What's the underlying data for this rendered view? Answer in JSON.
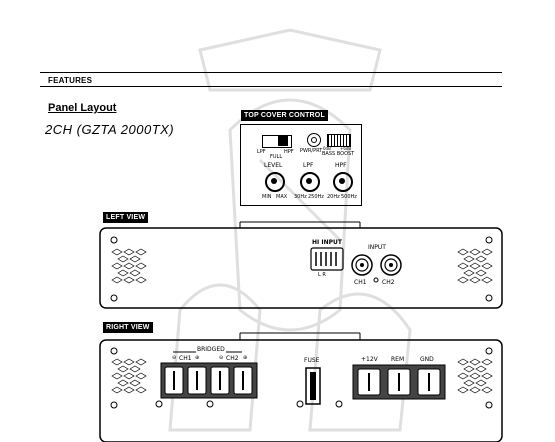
{
  "header": {
    "section": "FEATURES"
  },
  "page": {
    "title": "Panel Layout",
    "model": "2CH (GZTA 2000TX)"
  },
  "top_cover": {
    "tag": "TOP COVER CONTROL",
    "switch_labels": {
      "lpf": "LPF",
      "full": "FULL",
      "hpf": "HPF"
    },
    "pwr_prt": "PWR/PRT",
    "bass_boost": {
      "left": "0dB",
      "right": "+6dB",
      "label": "BASS BOOST"
    },
    "level": {
      "label": "LEVEL",
      "min": "MIN",
      "max": "MAX"
    },
    "lpf": {
      "label": "LPF",
      "min": "30Hz",
      "max": "250Hz"
    },
    "hpf": {
      "label": "HPF",
      "min": "20Hz",
      "max": "500Hz"
    }
  },
  "left_view": {
    "tag": "LEFT VIEW",
    "hi_input": "HI INPUT",
    "hi_input_sub": "L  R",
    "input": "INPUT",
    "ch1": "CH1",
    "ch2": "CH2"
  },
  "right_view": {
    "tag": "RIGHT VIEW",
    "bridged": "BRIDGED",
    "ch1": "CH1",
    "ch2": "CH2",
    "fuse": "FUSE",
    "plus12v": "+12V",
    "rem": "REM",
    "gnd": "GND"
  }
}
